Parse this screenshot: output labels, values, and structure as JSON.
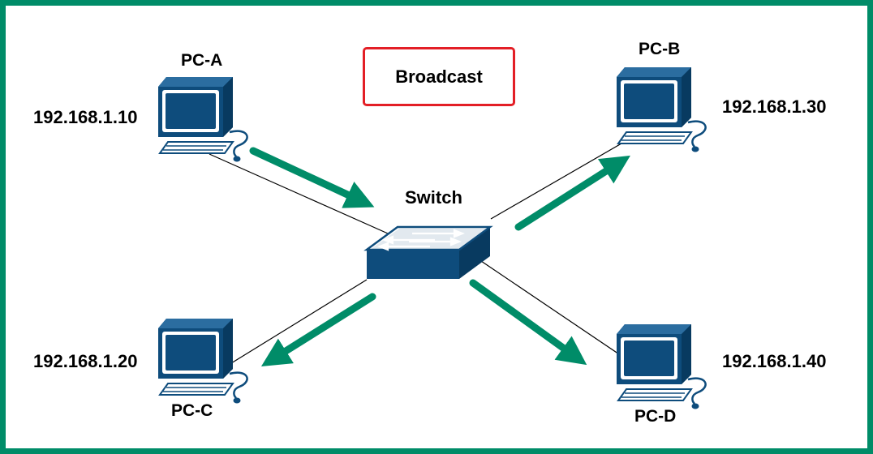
{
  "title": "Broadcast",
  "switch": {
    "label": "Switch"
  },
  "pcs": [
    {
      "id": "a",
      "name": "PC-A",
      "ip": "192.168.1.10"
    },
    {
      "id": "b",
      "name": "PC-B",
      "ip": "192.168.1.30"
    },
    {
      "id": "c",
      "name": "PC-C",
      "ip": "192.168.1.20"
    },
    {
      "id": "d",
      "name": "PC-D",
      "ip": "192.168.1.40"
    }
  ],
  "colors": {
    "frame": "#008c68",
    "arrow": "#008c68",
    "device": "#0e4c7c",
    "title_border": "#e31f26"
  },
  "icons": {
    "pc": "desktop-computer-icon",
    "switch": "network-switch-icon"
  }
}
